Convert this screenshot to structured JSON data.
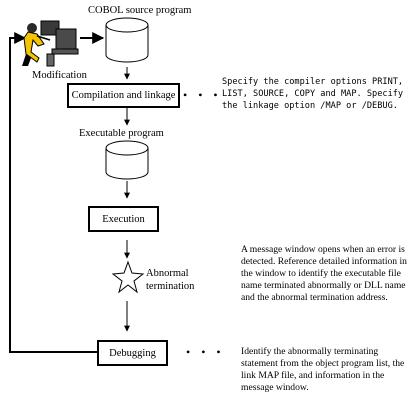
{
  "nodes": {
    "source_program": "COBOL source program",
    "modification": "Modification",
    "compilation": "Compilation and linkage",
    "executable": "Executable program",
    "execution": "Execution",
    "abnormal_line1": "Abnormal",
    "abnormal_line2": "termination",
    "debugging": "Debugging"
  },
  "dots": "• • •",
  "notes": {
    "compile": "Specify the compiler options PRINT, LIST, SOURCE, COPY and MAP. Specify the linkage option /MAP or /DEBUG.",
    "abnormal": "A message window opens when an error is detected. Reference detailed information in the window to identify the executable file name terminated abnormally or DLL name and the abnormal termination address.",
    "debug": "Identify the abnormally terminating statement from the object program list, the link MAP file, and information in the message window."
  }
}
